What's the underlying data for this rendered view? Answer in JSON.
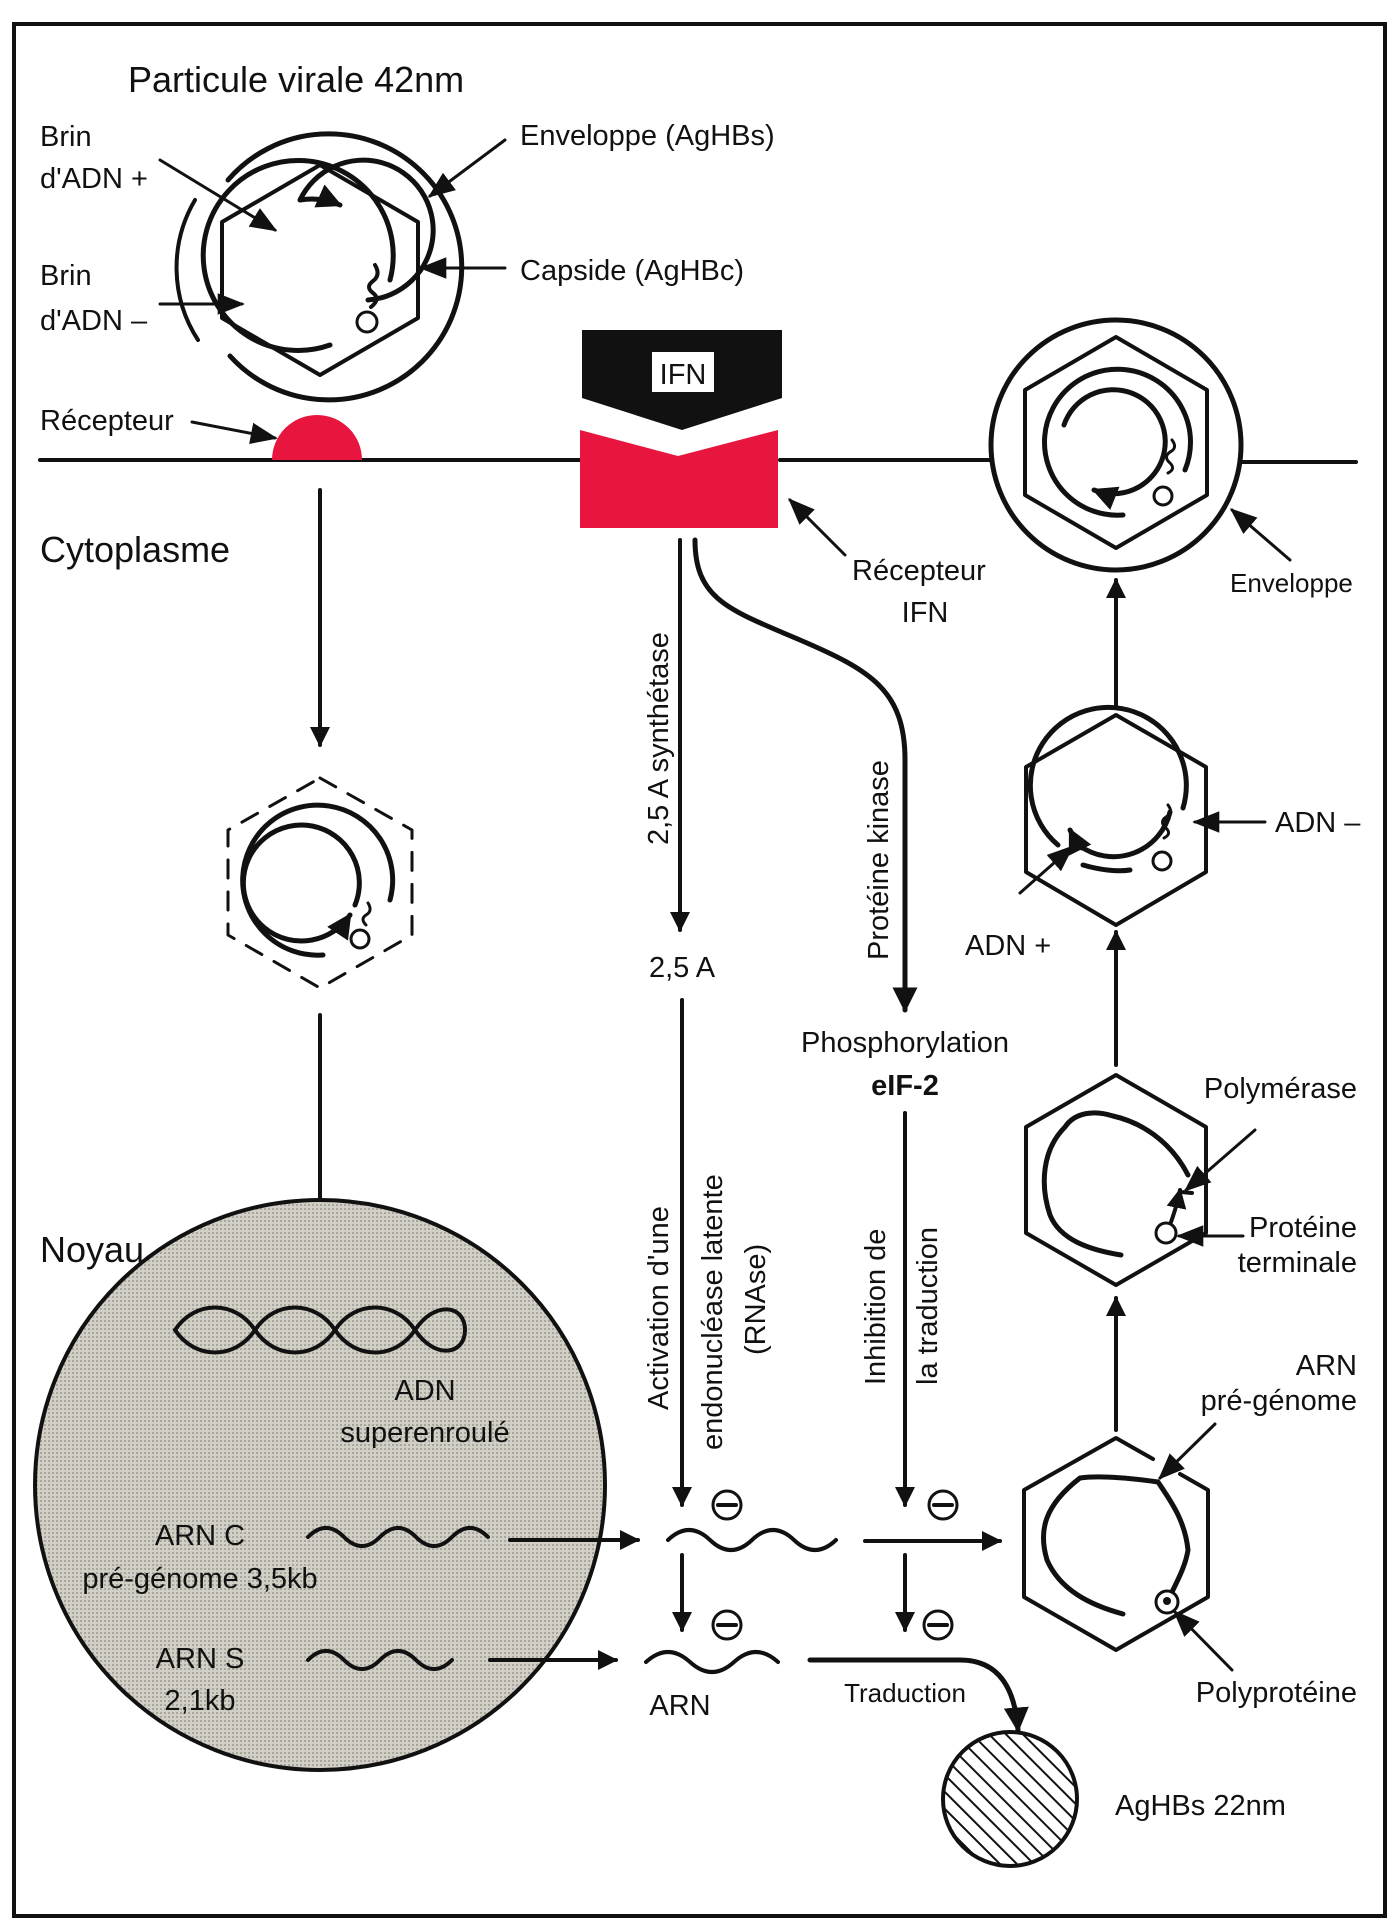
{
  "colors": {
    "receptor_red": "#e8163e",
    "ink": "#111111",
    "nucleus_fill": "#c9c6bd",
    "ifn_black": "#111111"
  },
  "labels": {
    "title": "Particule virale 42nm",
    "brin_plus_1": "Brin",
    "brin_plus_2": "d'ADN +",
    "brin_minus_1": "Brin",
    "brin_minus_2": "d'ADN –",
    "enveloppe_aghbs": "Enveloppe (AgHBs)",
    "capside_aghbc": "Capside (AgHBc)",
    "recepteur": "Récepteur",
    "ifn": "IFN",
    "recepteur_ifn_1": "Récepteur",
    "recepteur_ifn_2": "IFN",
    "enveloppe": "Enveloppe",
    "cytoplasme": "Cytoplasme",
    "synthetase": "2,5 A synthétase",
    "proteine_kinase": "Protéine kinase",
    "two_five_a": "2,5 A",
    "phosphorylation": "Phosphorylation",
    "eif2": "eIF-2",
    "adn_minus": "ADN –",
    "adn_plus": "ADN +",
    "polymerase": "Polymérase",
    "proteine_terminale_1": "Protéine",
    "proteine_terminale_2": "terminale",
    "activation_1": "Activation d'une",
    "activation_2": "endonucléase latente",
    "activation_3": "(RNAse)",
    "inhibition_1": "Inhibition de",
    "inhibition_2": "la traduction",
    "noyau": "Noyau",
    "adn_1": "ADN",
    "adn_2": "superenroulé",
    "arn_c_1": "ARN C",
    "arn_c_2": "pré-génome 3,5kb",
    "arn_s_1": "ARN S",
    "arn_s_2": "2,1kb",
    "arn": "ARN",
    "traduction": "Traduction",
    "arn_pregenome_1": "ARN",
    "arn_pregenome_2": "pré-génome",
    "polyproteine": "Polyprotéine",
    "aghbs_22": "AgHBs 22nm",
    "minus_sign": "–"
  }
}
